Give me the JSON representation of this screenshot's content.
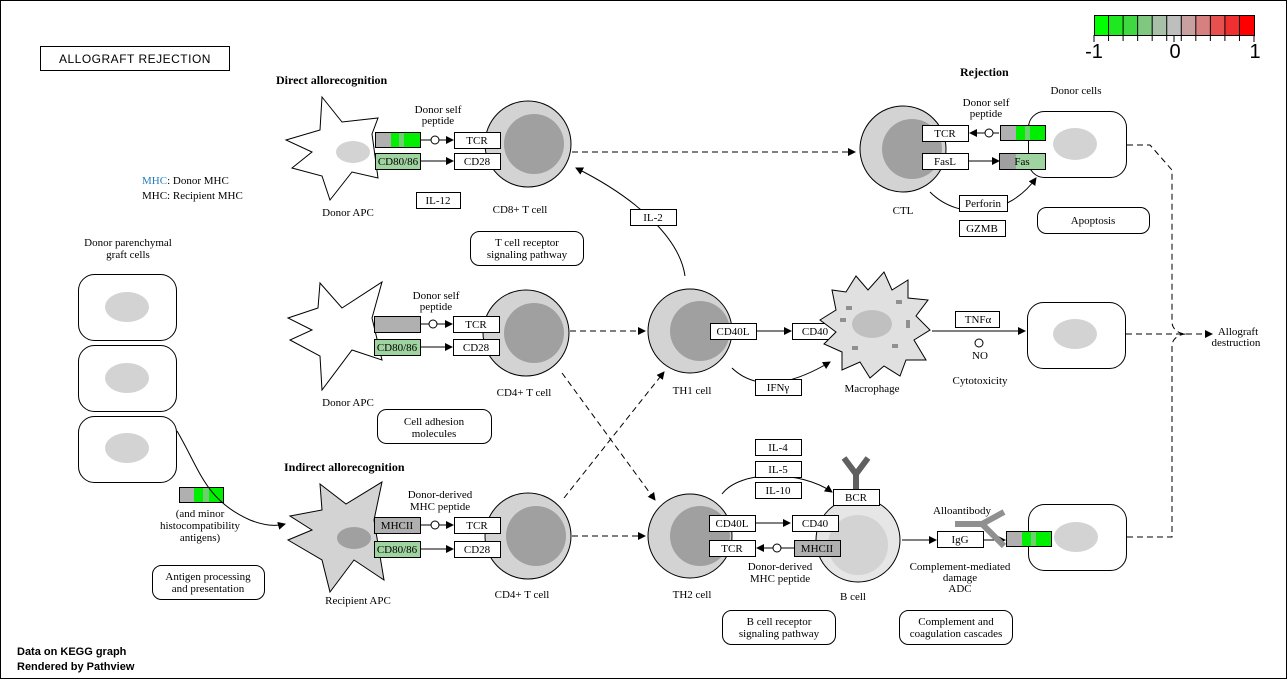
{
  "title": "ALLOGRAFT REJECTION",
  "legend": {
    "min": "-1",
    "mid": "0",
    "max": "1",
    "colors": [
      "#00ff00",
      "#20e820",
      "#40d840",
      "#80c880",
      "#a8c0a8",
      "#bebebe",
      "#c8a0a0",
      "#d88080",
      "#e85050",
      "#f03030",
      "#ff0000"
    ]
  },
  "colors": {
    "up_green": "#00ee00",
    "mid_green": "#6ecf6e",
    "gray_gene": "#b0b0b0",
    "mhc_donor": "#1f7fbf"
  },
  "sections": {
    "direct": "Direct allorecognition",
    "indirect": "Indirect allorecognition",
    "rejection": "Rejection"
  },
  "mhc_key": {
    "donor_prefix": "MHC",
    "donor_suffix": ": Donor MHC",
    "recipient": "MHC: Recipient MHC"
  },
  "labels": {
    "donor_self_peptide": [
      "Donor self",
      "peptide"
    ],
    "donor_derived": [
      "Donor-derived",
      "MHC peptide"
    ],
    "donor_derived_bcell": [
      "Donor-derived",
      "MHC peptide"
    ],
    "donor_parenchymal": [
      "Donor parenchymal",
      "graft cells"
    ],
    "minor_antigens": [
      "(and minor",
      "histocompatibility",
      "antigens)"
    ],
    "donor_apc_1": "Donor APC",
    "donor_apc_2": "Donor APC",
    "recipient_apc": "Recipient APC",
    "cd8_t": "CD8+ T cell",
    "cd4_t1": "CD4+ T cell",
    "cd4_t2": "CD4+ T cell",
    "th1": "TH1 cell",
    "th2": "TH2 cell",
    "ctl": "CTL",
    "macrophage": "Macrophage",
    "b_cell": "B cell",
    "donor_cells": "Donor cells",
    "cytotoxicity": "Cytotoxicity",
    "no": "NO",
    "alloantibody": "Alloantibody",
    "complement": [
      "Complement-mediated",
      "damage",
      "ADC"
    ],
    "allograft_destruction": [
      "Allograft",
      "destruction"
    ]
  },
  "genes": {
    "tcr1": "TCR",
    "cd28_1": "CD28",
    "cd80_1": "CD80/86",
    "il12": "IL-12",
    "tcr2": "TCR",
    "cd28_2": "CD28",
    "cd80_2": "CD80/86",
    "tcr3": "TCR",
    "cd28_3": "CD28",
    "mhcii_3": "MHCII",
    "cd80_3": "CD80/86",
    "il2": "IL-2",
    "cd40l_1": "CD40L",
    "cd40_1": "CD40",
    "ifng": "IFNγ",
    "tnfa": "TNFα",
    "tcr_ctl": "TCR",
    "fasl": "FasL",
    "fas": "Fas",
    "perforin": "Perforin",
    "gzmb": "GZMB",
    "il4": "IL-4",
    "il5": "IL-5",
    "il10": "IL-10",
    "bcr": "BCR",
    "cd40l_2": "CD40L",
    "cd40_2": "CD40",
    "tcr_th2": "TCR",
    "mhcii_b": "MHCII",
    "igg": "IgG"
  },
  "pathways": {
    "tcr_signaling": [
      "T cell receptor",
      "signaling pathway"
    ],
    "cell_adhesion": [
      "Cell adhesion",
      "molecules"
    ],
    "antigen_processing": [
      "Antigen processing",
      "and presentation"
    ],
    "apoptosis": "Apoptosis",
    "bcr_signaling": [
      "B cell receptor",
      "signaling pathway"
    ],
    "complement_cascades": [
      "Complement and",
      "coagulation cascades"
    ]
  },
  "footer": {
    "line1": "Data on KEGG graph",
    "line2": "Rendered by  Pathview"
  }
}
